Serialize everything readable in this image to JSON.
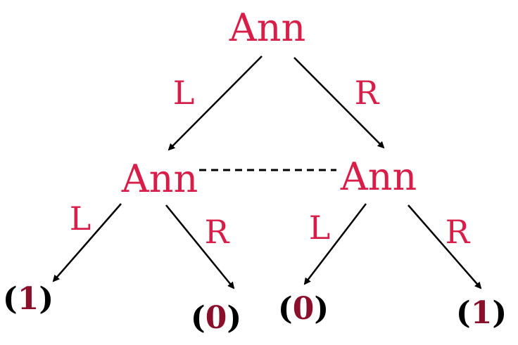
{
  "colors": {
    "label": "#d81e48",
    "payoff_digit": "#8a0f2a",
    "edge": "#000000"
  },
  "nodes": {
    "root": "Ann",
    "left": "Ann",
    "right": "Ann"
  },
  "edges": {
    "root_left": "L",
    "root_right": "R",
    "left_left": "L",
    "left_right": "R",
    "right_left": "L",
    "right_right": "R"
  },
  "payoffs": [
    {
      "open": "(",
      "value": "1",
      "close": ")"
    },
    {
      "open": "(",
      "value": "0",
      "close": ")"
    },
    {
      "open": "(",
      "value": "0",
      "close": ")"
    },
    {
      "open": "(",
      "value": "1",
      "close": ")"
    }
  ]
}
